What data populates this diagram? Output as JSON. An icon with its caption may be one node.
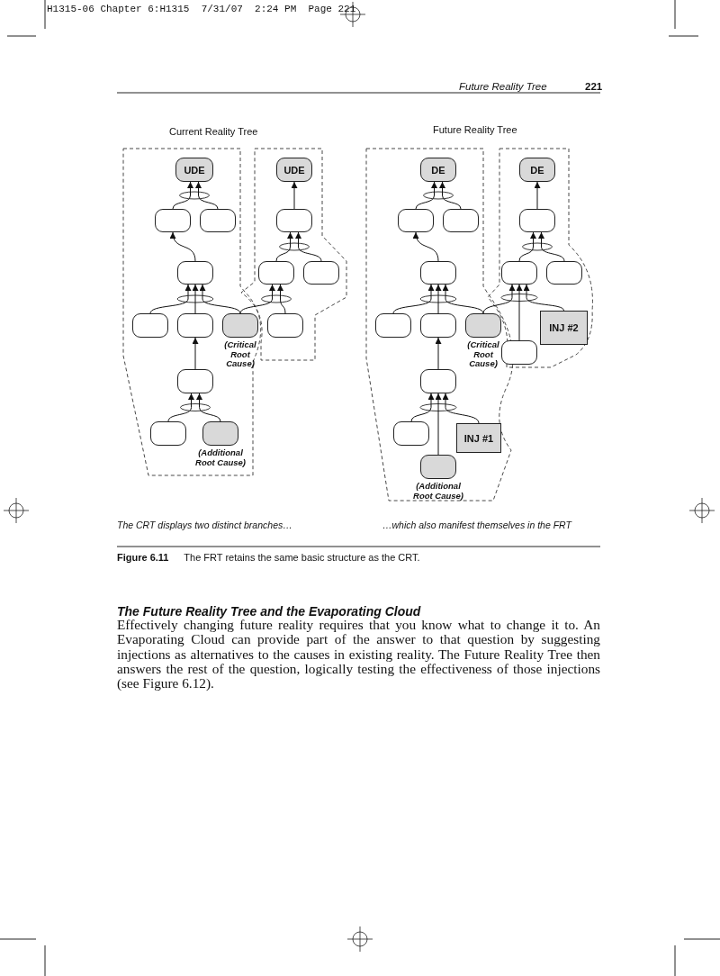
{
  "diagram": {
    "caption": "**Figure 6.11** The FRT retains the same basic structure as the CRT.",
    "nodes": [
      {
        "text": [
          "UDE"
        ]
      },
      {
        "text": [],
        "shape": "box"
      },
      {
        "text": [],
        "shape": "box"
      },
      {
        "text": [],
        "shape": "box"
      },
      {
        "text": [],
        "shape": "box"
      },
      {
        "text": [],
        "shape": "box"
      },
      {
        "text": [],
        "shape": "box",
        "beside": [
          "(Critical Root Cause)"
        ]
      },
      {
        "text": [],
        "shape": "box"
      },
      {
        "text": [],
        "shape": "box"
      },
      {
        "text": [],
        "shape": "box",
        "beside": [
          "(Additional Root Cause)"
        ]
      },
      {
        "text": [
          "UDE"
        ]
      },
      {
        "text": [],
        "shape": "box"
      },
      {
        "text": [],
        "shape": "box"
      },
      {
        "text": [],
        "shape": "box"
      },
      {
        "text": [],
        "shape": "box"
      },
      {
        "text": [
          "DE"
        ]
      },
      {
        "text": [],
        "shape": "box"
      },
      {
        "text": [],
        "shape": "box"
      },
      {
        "text": [],
        "shape": "box"
      },
      {
        "text": [],
        "shape": "box"
      },
      {
        "text": [],
        "shape": "box"
      },
      {
        "text": [],
        "shape": "box",
        "beside": [
          "(Critical Root Cause)"
        ]
      },
      {
        "text": [],
        "shape": "box"
      },
      {
        "text": [],
        "shape": "box"
      },
      {
        "text": [
          "INJ #1"
        ]
      },
      {
        "text": [],
        "shape": "box",
        "beside": [
          "(Additional Root Cause)"
        ]
      },
      {
        "text": [
          "DE"
        ]
      },
      {
        "text": [],
        "shape": "box"
      },
      {
        "text": [],
        "shape": "box"
      },
      {
        "text": [],
        "shape": "box"
      },
      {
        "text": [],
        "shape": "box"
      },
      {
        "text": [
          "INJ #2"
        ]
      }
    ],
    "edges": [
      {
        "from": 1,
        "to": 0,
        "arrow": "to"
      },
      {
        "from": 2,
        "to": 0,
        "arrow": "to"
      },
      {
        "from": 3,
        "to": 1,
        "arrow": "to"
      },
      {
        "from": 4,
        "to": 3,
        "arrow": "to"
      },
      {
        "from": 5,
        "to": 3,
        "arrow": "to"
      },
      {
        "from": 6,
        "to": 3,
        "arrow": "to"
      },
      {
        "from": 7,
        "to": 5,
        "arrow": "to"
      },
      {
        "from": 8,
        "to": 7,
        "arrow": "to"
      },
      {
        "from": 9,
        "to": 7,
        "arrow": "to"
      },
      {
        "from": 11,
        "to": 10,
        "arrow": "to"
      },
      {
        "from": 12,
        "to": 11,
        "arrow": "to"
      },
      {
        "from": 13,
        "to": 11,
        "arrow": "to"
      },
      {
        "from": 6,
        "to": 12,
        "arrow": "to"
      },
      {
        "from": 14,
        "to": 12,
        "arrow": "to"
      },
      {
        "from": 16,
        "to": 15,
        "arrow": "to"
      },
      {
        "from": 17,
        "to": 15,
        "arrow": "to"
      },
      {
        "from": 18,
        "to": 16,
        "arrow": "to"
      },
      {
        "from": 19,
        "to": 18,
        "arrow": "to"
      },
      {
        "from": 20,
        "to": 18,
        "arrow": "to"
      },
      {
        "from": 21,
        "to": 18,
        "arrow": "to"
      },
      {
        "from": 22,
        "to": 20,
        "arrow": "to"
      },
      {
        "from": 23,
        "to": 22,
        "arrow": "to"
      },
      {
        "from": 25,
        "to": 22,
        "arrow": "to"
      },
      {
        "from": 24,
        "to": 22,
        "arrow": "to"
      },
      {
        "from": 27,
        "to": 26,
        "arrow": "to"
      },
      {
        "from": 28,
        "to": 27,
        "arrow": "to"
      },
      {
        "from": 29,
        "to": 27,
        "arrow": "to"
      },
      {
        "from": 21,
        "to": 28,
        "arrow": "to"
      },
      {
        "from": 30,
        "to": 28,
        "arrow": "to"
      },
      {
        "from": 31,
        "to": 28,
        "arrow": "to"
      }
    ],
    "labels": [
      "H1315-06 Chapter 6:H1315  7/31/07  2:24 PM  Page 221",
      "Future Reality Tree",
      "221",
      "Current Reality Tree",
      "Future Reality Tree",
      "The CRT displays two distinct branches…",
      "…which also manifest themselves in the FRT",
      "The Future Reality Tree and the Evaporating Cloud",
      "Effectively changing future reality requires that you know what to change it to. An Evaporating Cloud can provide part of the answer to that question by suggesting injections as alternatives to the causes in existing reality. The Future Reality Tree then answers the rest of the question, logically testing the effectiveness of those injections (see Figure 6.12)."
    ]
  }
}
